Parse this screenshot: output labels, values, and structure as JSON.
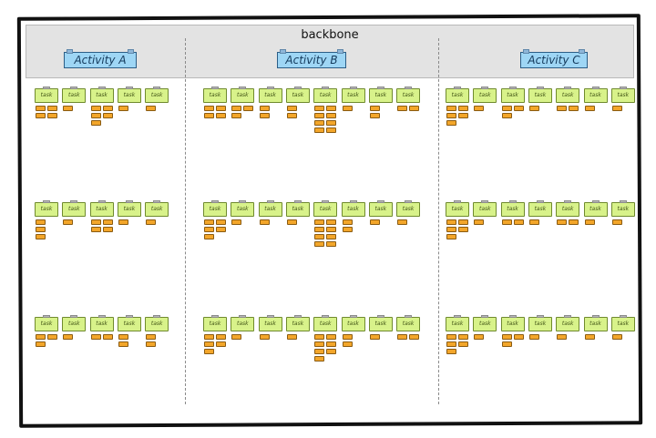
{
  "board": {
    "backbone_label": "backbone",
    "activities": [
      {
        "label": "Activity A",
        "task_count": 5
      },
      {
        "label": "Activity B",
        "task_count": 8
      },
      {
        "label": "Activity C",
        "task_count": 7
      }
    ],
    "task_label": "task",
    "rows": 3
  },
  "colors": {
    "task_fill": "#d8f28a",
    "subtask_fill": "#f3a62a",
    "activity_fill": "#9ed6f5",
    "backbone_fill": "#e3e3e3"
  },
  "chart_data": {
    "type": "story-map",
    "subtask_columns_per_task": [
      [
        [
          2,
          1,
          2,
          1,
          1
        ],
        [
          1,
          1,
          2,
          1,
          1
        ],
        [
          2,
          1,
          2,
          1,
          1
        ]
      ],
      [
        [
          2,
          2,
          1,
          1,
          2,
          1,
          1,
          2
        ],
        [
          2,
          1,
          1,
          1,
          2,
          1,
          1,
          1
        ],
        [
          2,
          1,
          1,
          1,
          2,
          1,
          1,
          2
        ]
      ],
      [
        [
          2,
          1,
          2,
          1,
          2,
          1,
          1
        ],
        [
          2,
          1,
          2,
          1,
          2,
          1,
          1
        ],
        [
          2,
          1,
          2,
          1,
          2,
          1,
          1
        ]
      ]
    ],
    "subtasks_per_task": [
      [
        [
          4,
          1,
          5,
          1,
          1
        ],
        [
          3,
          1,
          4,
          1,
          1
        ],
        [
          3,
          1,
          2,
          2,
          2
        ]
      ],
      [
        [
          4,
          3,
          2,
          2,
          8,
          1,
          2,
          2
        ],
        [
          5,
          1,
          1,
          1,
          8,
          2,
          1,
          1
        ],
        [
          5,
          1,
          1,
          1,
          7,
          2,
          1,
          2
        ]
      ],
      [
        [
          5,
          1,
          3,
          1,
          2,
          1,
          1
        ],
        [
          5,
          1,
          2,
          1,
          2,
          1,
          1
        ],
        [
          5,
          1,
          3,
          1,
          1,
          1,
          1
        ]
      ]
    ]
  }
}
